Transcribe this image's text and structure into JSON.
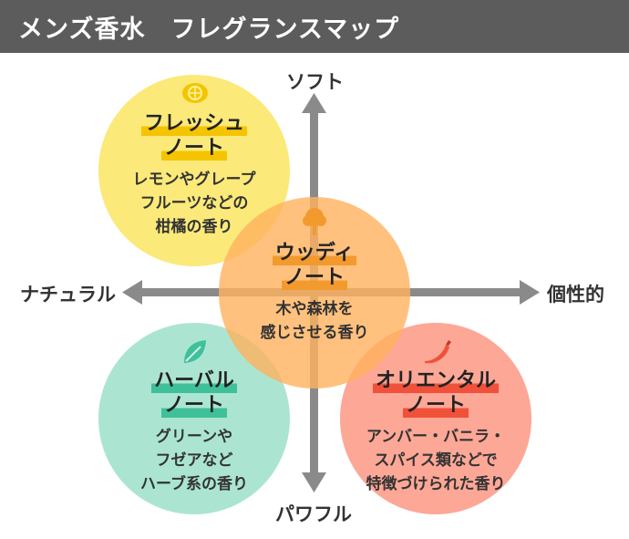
{
  "header": {
    "title": "メンズ香水　フレグランスマップ"
  },
  "axes": {
    "top": "ソフト",
    "bottom": "パワフル",
    "left": "ナチュラル",
    "right": "個性的"
  },
  "nodes": {
    "fresh": {
      "title_line1": "フレッシュ",
      "title_line2": "ノート",
      "desc_line1": "レモンやグレープ",
      "desc_line2": "フルーツなどの",
      "desc_line3": "柑橘の香り",
      "icon": "lemon-icon",
      "color": "#fbe97a",
      "highlight": "#f5c400"
    },
    "woody": {
      "title_line1": "ウッディ",
      "title_line2": "ノート",
      "desc_line1": "木や森林を",
      "desc_line2": "感じさせる香り",
      "icon": "tree-icon",
      "color": "#ffbe6e",
      "highlight": "#f29a2e"
    },
    "herbal": {
      "title_line1": "ハーバル",
      "title_line2": "ノート",
      "desc_line1": "グリーンや",
      "desc_line2": "フゼアなど",
      "desc_line3": "ハーブ系の香り",
      "icon": "leaf-icon",
      "color": "#a6e2cf",
      "highlight": "#3fc09a"
    },
    "oriental": {
      "title_line1": "オリエンタル",
      "title_line2": "ノート",
      "desc_line1": "アンバー・バニラ・",
      "desc_line2": "スパイス類などで",
      "desc_line3": "特徴づけられた香り",
      "icon": "chili-pepper-icon",
      "color": "#fca393",
      "highlight": "#f0513a"
    }
  }
}
